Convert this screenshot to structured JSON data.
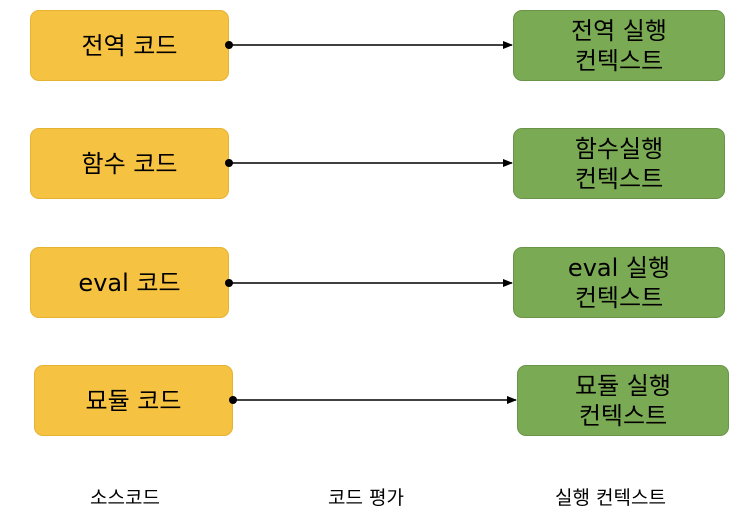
{
  "rows": [
    {
      "source": "전역 코드",
      "context_line1": "전역 실행",
      "context_line2": "컨텍스트"
    },
    {
      "source": "함수 코드",
      "context_line1": "함수실행",
      "context_line2": "컨텍스트"
    },
    {
      "source": "eval 코드",
      "context_line1": "eval 실행",
      "context_line2": "컨텍스트"
    },
    {
      "source": "묘듈 코드",
      "context_line1": "묘듈 실행",
      "context_line2": "컨텍스트"
    }
  ],
  "columns": {
    "source": "소스코드",
    "evaluation": "코드 평가",
    "context": "실행 컨텍스트"
  },
  "colors": {
    "source_box": "#F5C242",
    "context_box": "#7BAA55",
    "arrow": "#000000"
  }
}
